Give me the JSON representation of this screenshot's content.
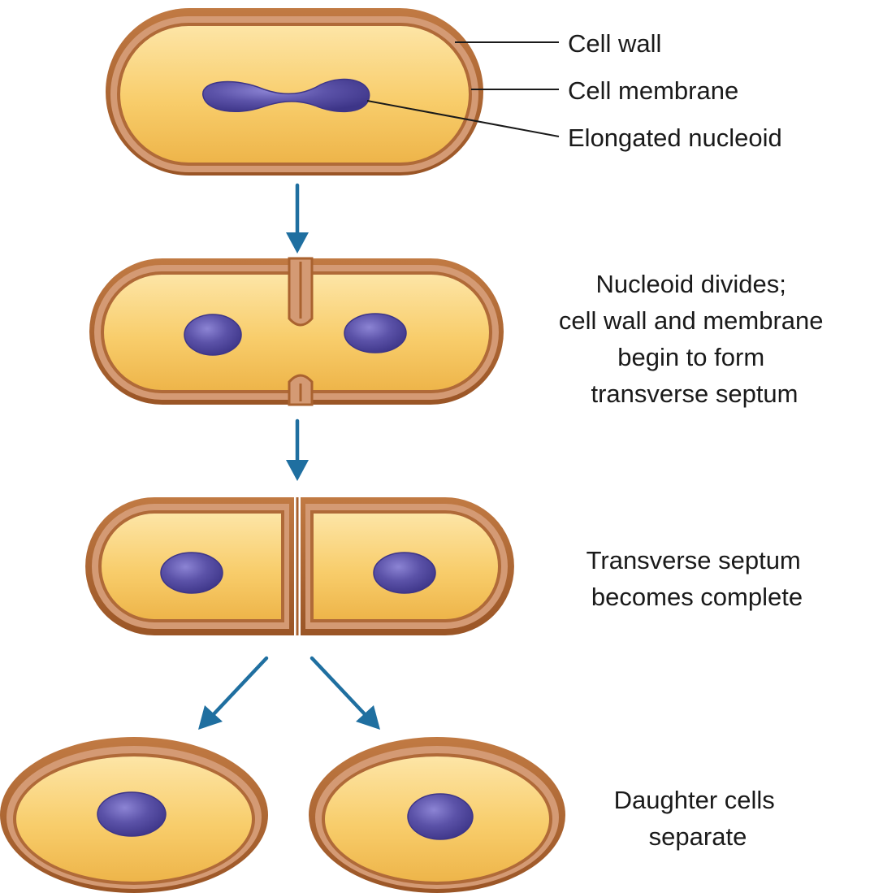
{
  "labels": {
    "cell_wall": "Cell wall",
    "cell_membrane": "Cell membrane",
    "elongated_nucleoid": "Elongated nucleoid"
  },
  "steps": [
    {
      "lines": [
        "Nucleoid divides;",
        "cell wall and membrane",
        "begin to form",
        "transverse septum"
      ]
    },
    {
      "lines": [
        "Transverse septum",
        "becomes complete"
      ]
    },
    {
      "lines": [
        "Daughter cells",
        "separate"
      ]
    }
  ],
  "colors": {
    "cell_wall": "#a9622f",
    "cell_wall_light": "#d49a74",
    "membrane_space": "#e8b89a",
    "cytoplasm": "#f6c760",
    "cytoplasm_light": "#fde5a6",
    "nucleoid": "#5b52a8",
    "nucleoid_dark": "#3d3588",
    "arrow": "#1f6fa0"
  }
}
